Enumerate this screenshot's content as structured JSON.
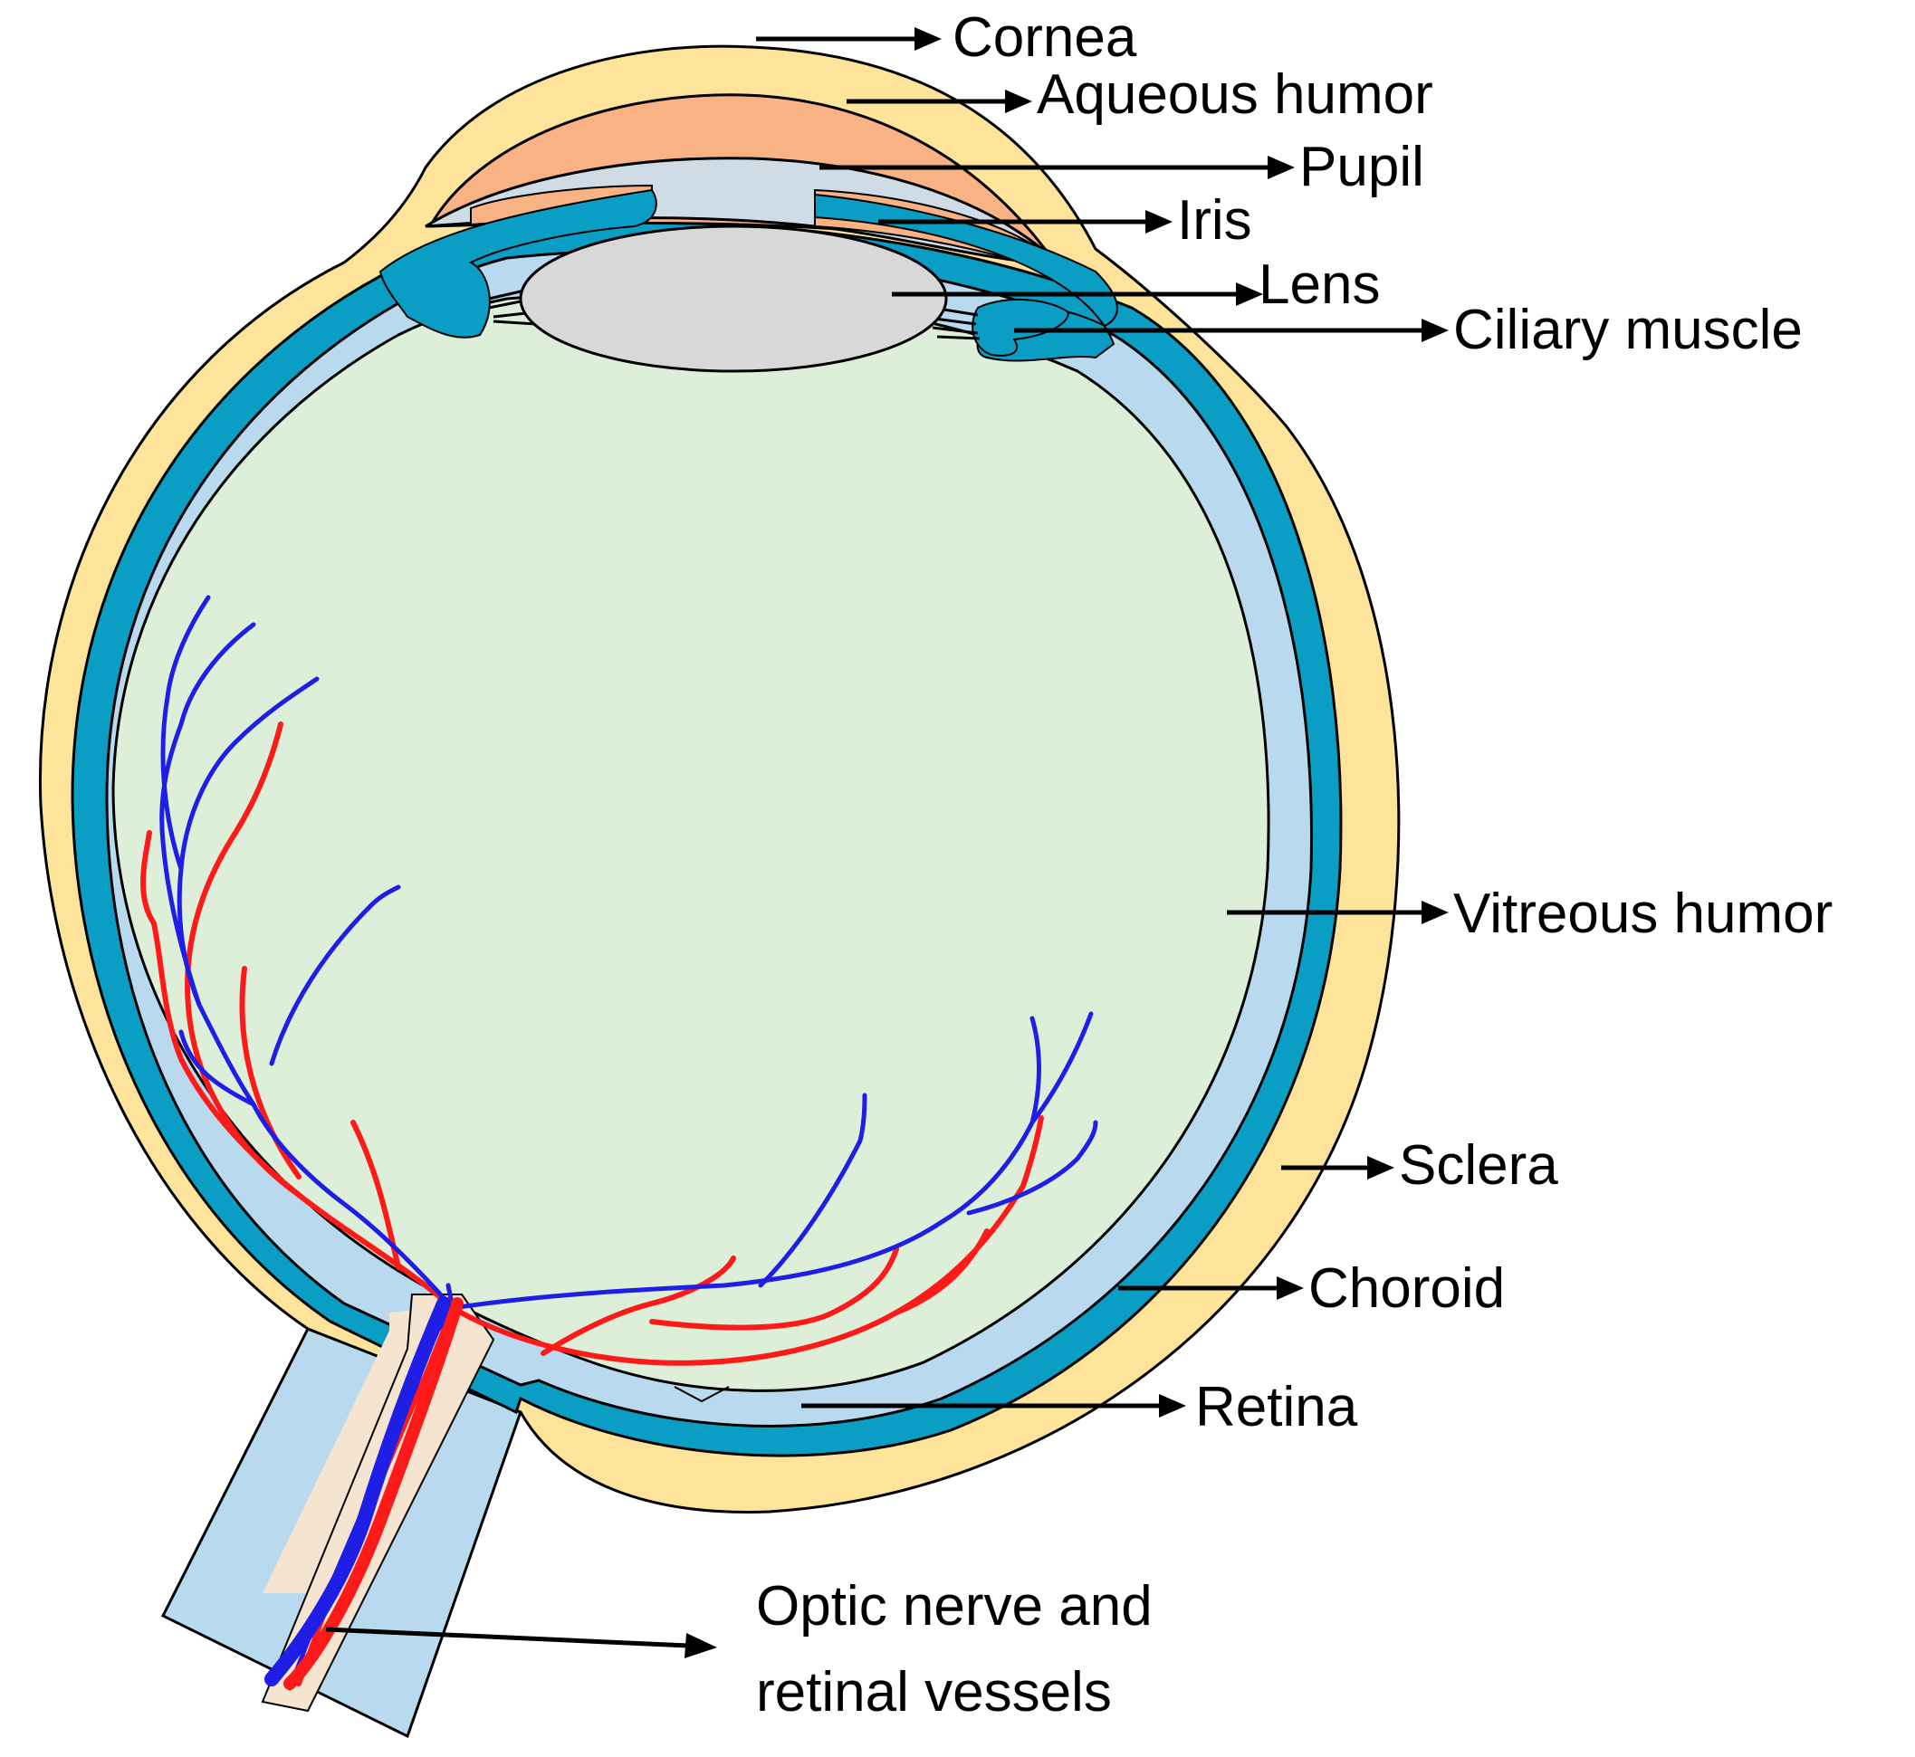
{
  "labels": {
    "cornea": "Cornea",
    "aqueous_humor": "Aqueous humor",
    "pupil": "Pupil",
    "iris": "Iris",
    "lens": "Lens",
    "ciliary_muscle": "Ciliary muscle",
    "vitreous_humor": "Vitreous humor",
    "sclera": "Sclera",
    "choroid": "Choroid",
    "retina": "Retina",
    "optic_nerve_line1": "Optic nerve and",
    "optic_nerve_line2": "retinal vessels"
  },
  "colors": {
    "sclera": "#FDE49A",
    "choroid": "#0A9EC4",
    "retina": "#B8D9EE",
    "vitreous": "#DEEFD9",
    "aqueous": "#F9B283",
    "iris": "#F9B283",
    "lens": "#D8D8D8",
    "artery": "#FF1A1A",
    "vein": "#1E1EE6"
  }
}
